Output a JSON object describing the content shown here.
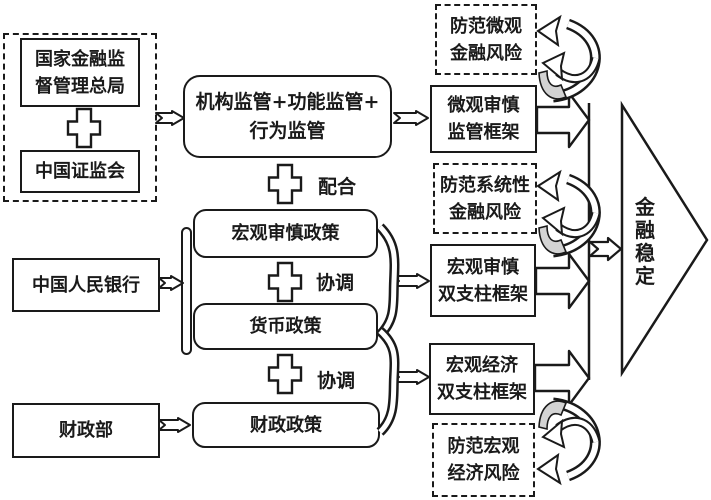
{
  "colors": {
    "ink": "#1a1a1a",
    "shade": "#d3d3d3",
    "bg": "#ffffff"
  },
  "left_column": {
    "regulator_group": {
      "nfra": {
        "lines": [
          "国家金融监",
          "督管理总局"
        ]
      },
      "csrc": {
        "label": "中国证监会"
      }
    },
    "pboc": {
      "label": "中国人民银行"
    },
    "mof": {
      "label": "财政部"
    }
  },
  "center_column": {
    "supervision": {
      "lines": [
        "机构监管+功能监管+",
        "行为监管"
      ]
    },
    "macroprudential_policy": {
      "label": "宏观审慎政策"
    },
    "monetary_policy": {
      "label": "货币政策"
    },
    "fiscal_policy": {
      "label": "财政政策"
    },
    "cooperate_label": "配合",
    "coordinate_label_1": "协调",
    "coordinate_label_2": "协调"
  },
  "right_column": {
    "micro_risk": {
      "lines": [
        "防范微观",
        "金融风险"
      ]
    },
    "micro_framework": {
      "lines": [
        "微观审慎",
        "监管框架"
      ]
    },
    "systemic_risk": {
      "lines": [
        "防范系统性",
        "金融风险"
      ]
    },
    "macro_pru_framework": {
      "lines": [
        "宏观审慎",
        "双支柱框架"
      ]
    },
    "macro_econ_framework": {
      "lines": [
        "宏观经济",
        "双支柱框架"
      ]
    },
    "macro_econ_risk": {
      "lines": [
        "防范宏观",
        "经济风险"
      ]
    }
  },
  "goal": {
    "label": "金融稳定"
  }
}
